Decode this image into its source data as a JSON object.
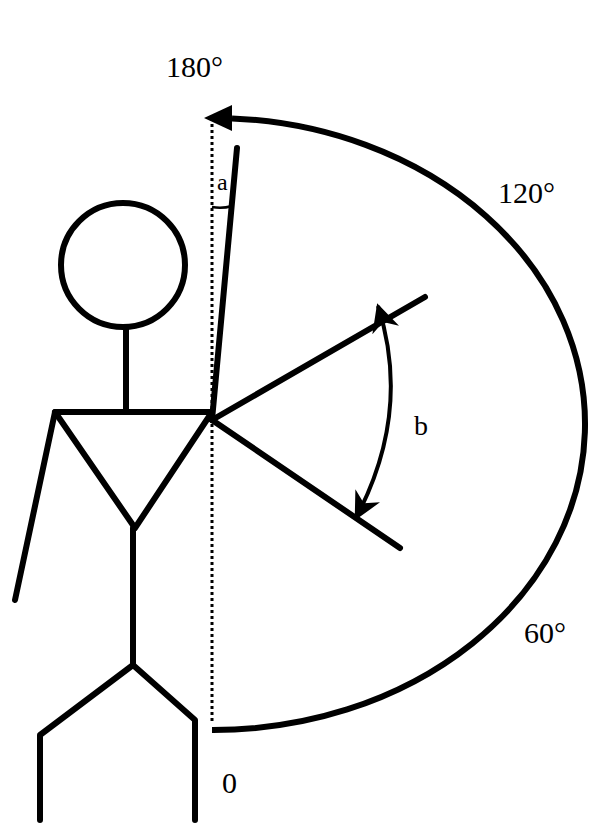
{
  "diagram": {
    "labels": [
      "180°",
      "120°",
      "60°",
      "0",
      "a",
      "b"
    ]
  }
}
